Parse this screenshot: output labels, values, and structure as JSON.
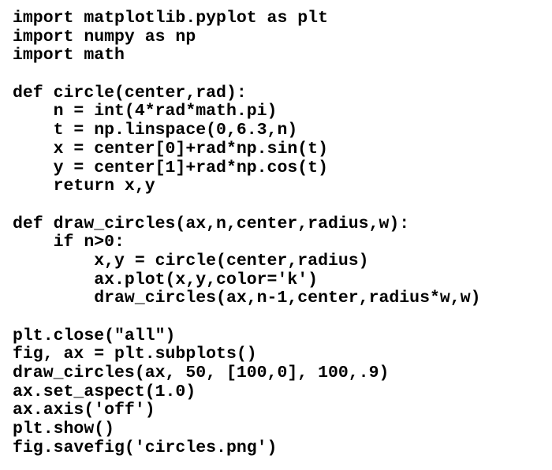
{
  "colors": {
    "background": "#ffffff",
    "text": "#000000"
  },
  "code": {
    "lines": [
      "import matplotlib.pyplot as plt",
      "import numpy as np",
      "import math",
      "",
      "def circle(center,rad):",
      "    n = int(4*rad*math.pi)",
      "    t = np.linspace(0,6.3,n)",
      "    x = center[0]+rad*np.sin(t)",
      "    y = center[1]+rad*np.cos(t)",
      "    return x,y",
      "",
      "def draw_circles(ax,n,center,radius,w):",
      "    if n>0:",
      "        x,y = circle(center,radius)",
      "        ax.plot(x,y,color='k')",
      "        draw_circles(ax,n-1,center,radius*w,w)",
      "",
      "plt.close(\"all\")",
      "fig, ax = plt.subplots()",
      "draw_circles(ax, 50, [100,0], 100,.9)",
      "ax.set_aspect(1.0)",
      "ax.axis('off')",
      "plt.show()",
      "fig.savefig('circles.png')"
    ]
  }
}
